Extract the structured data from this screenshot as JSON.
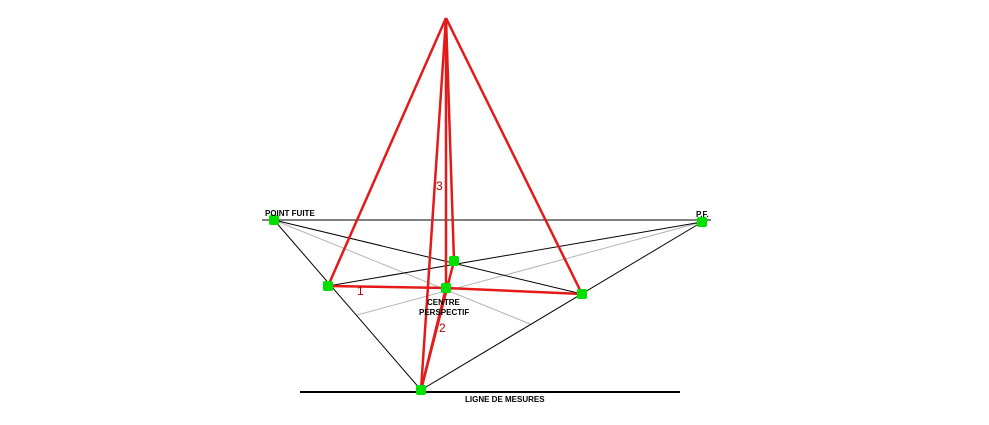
{
  "labels": {
    "point_fuite": "POINT FUITE",
    "pf": "P.F.",
    "centre_line1": "CENTRE",
    "centre_line2": "PERSPECTIF",
    "ligne_mesures": "LIGNE DE MESURES",
    "edge_1": "1",
    "edge_2": "2",
    "edge_3": "3"
  },
  "colors": {
    "construction_lines": "#000000",
    "light_lines": "#b4b4b4",
    "solid_edges": "#e41a1a",
    "points": "#00e000"
  }
}
